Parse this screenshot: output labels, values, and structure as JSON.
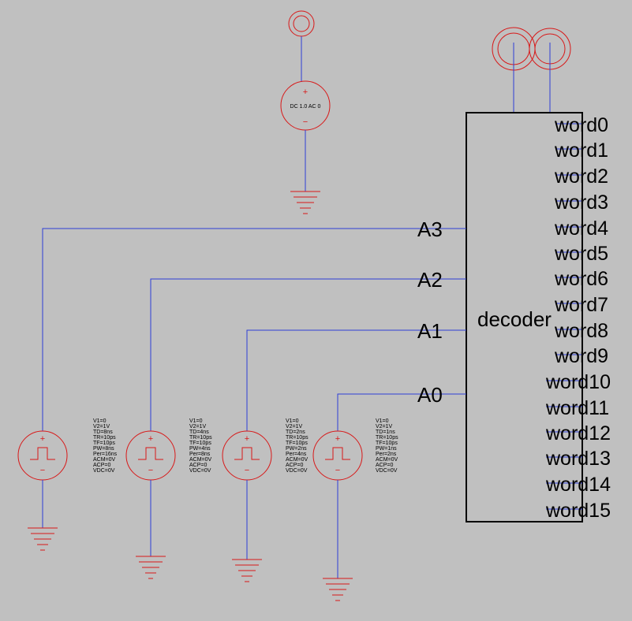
{
  "decoder": {
    "name": "decoder",
    "inputs": [
      "A3",
      "A2",
      "A1",
      "A0"
    ],
    "outputs": [
      "word0",
      "word1",
      "word2",
      "word3",
      "word4",
      "word5",
      "word6",
      "word7",
      "word8",
      "word9",
      "word10",
      "word11",
      "word12",
      "word13",
      "word14",
      "word15"
    ]
  },
  "dc_source": {
    "label": "DC 1.0 AC 0",
    "plus": "+",
    "minus": "−"
  },
  "pulse_sources": [
    {
      "params": [
        "V1=0",
        "V2=1V",
        "TD=8ns",
        "TR=10ps",
        "TF=10ps",
        "PW=8ns",
        "Per=16ns",
        "ACM=0V",
        "ACP=0",
        "VDC=0V"
      ]
    },
    {
      "params": [
        "V1=0",
        "V2=1V",
        "TD=4ns",
        "TR=10ps",
        "TF=10ps",
        "PW=4ns",
        "Per=8ns",
        "ACM=0V",
        "ACP=0",
        "VDC=0V"
      ]
    },
    {
      "params": [
        "V1=0",
        "V2=1V",
        "TD=2ns",
        "TR=10ps",
        "TF=10ps",
        "PW=2ns",
        "Per=4ns",
        "ACM=0V",
        "ACP=0",
        "VDC=0V"
      ]
    },
    {
      "params": [
        "V1=0",
        "V2=1V",
        "TD=1ns",
        "TR=10ps",
        "TF=10ps",
        "PW=1ns",
        "Per=2ns",
        "ACM=0V",
        "ACP=0",
        "VDC=0V"
      ]
    }
  ],
  "colors": {
    "wire": "#2e3ed6",
    "symbol": "#d81818",
    "background": "#c0c0c0"
  }
}
